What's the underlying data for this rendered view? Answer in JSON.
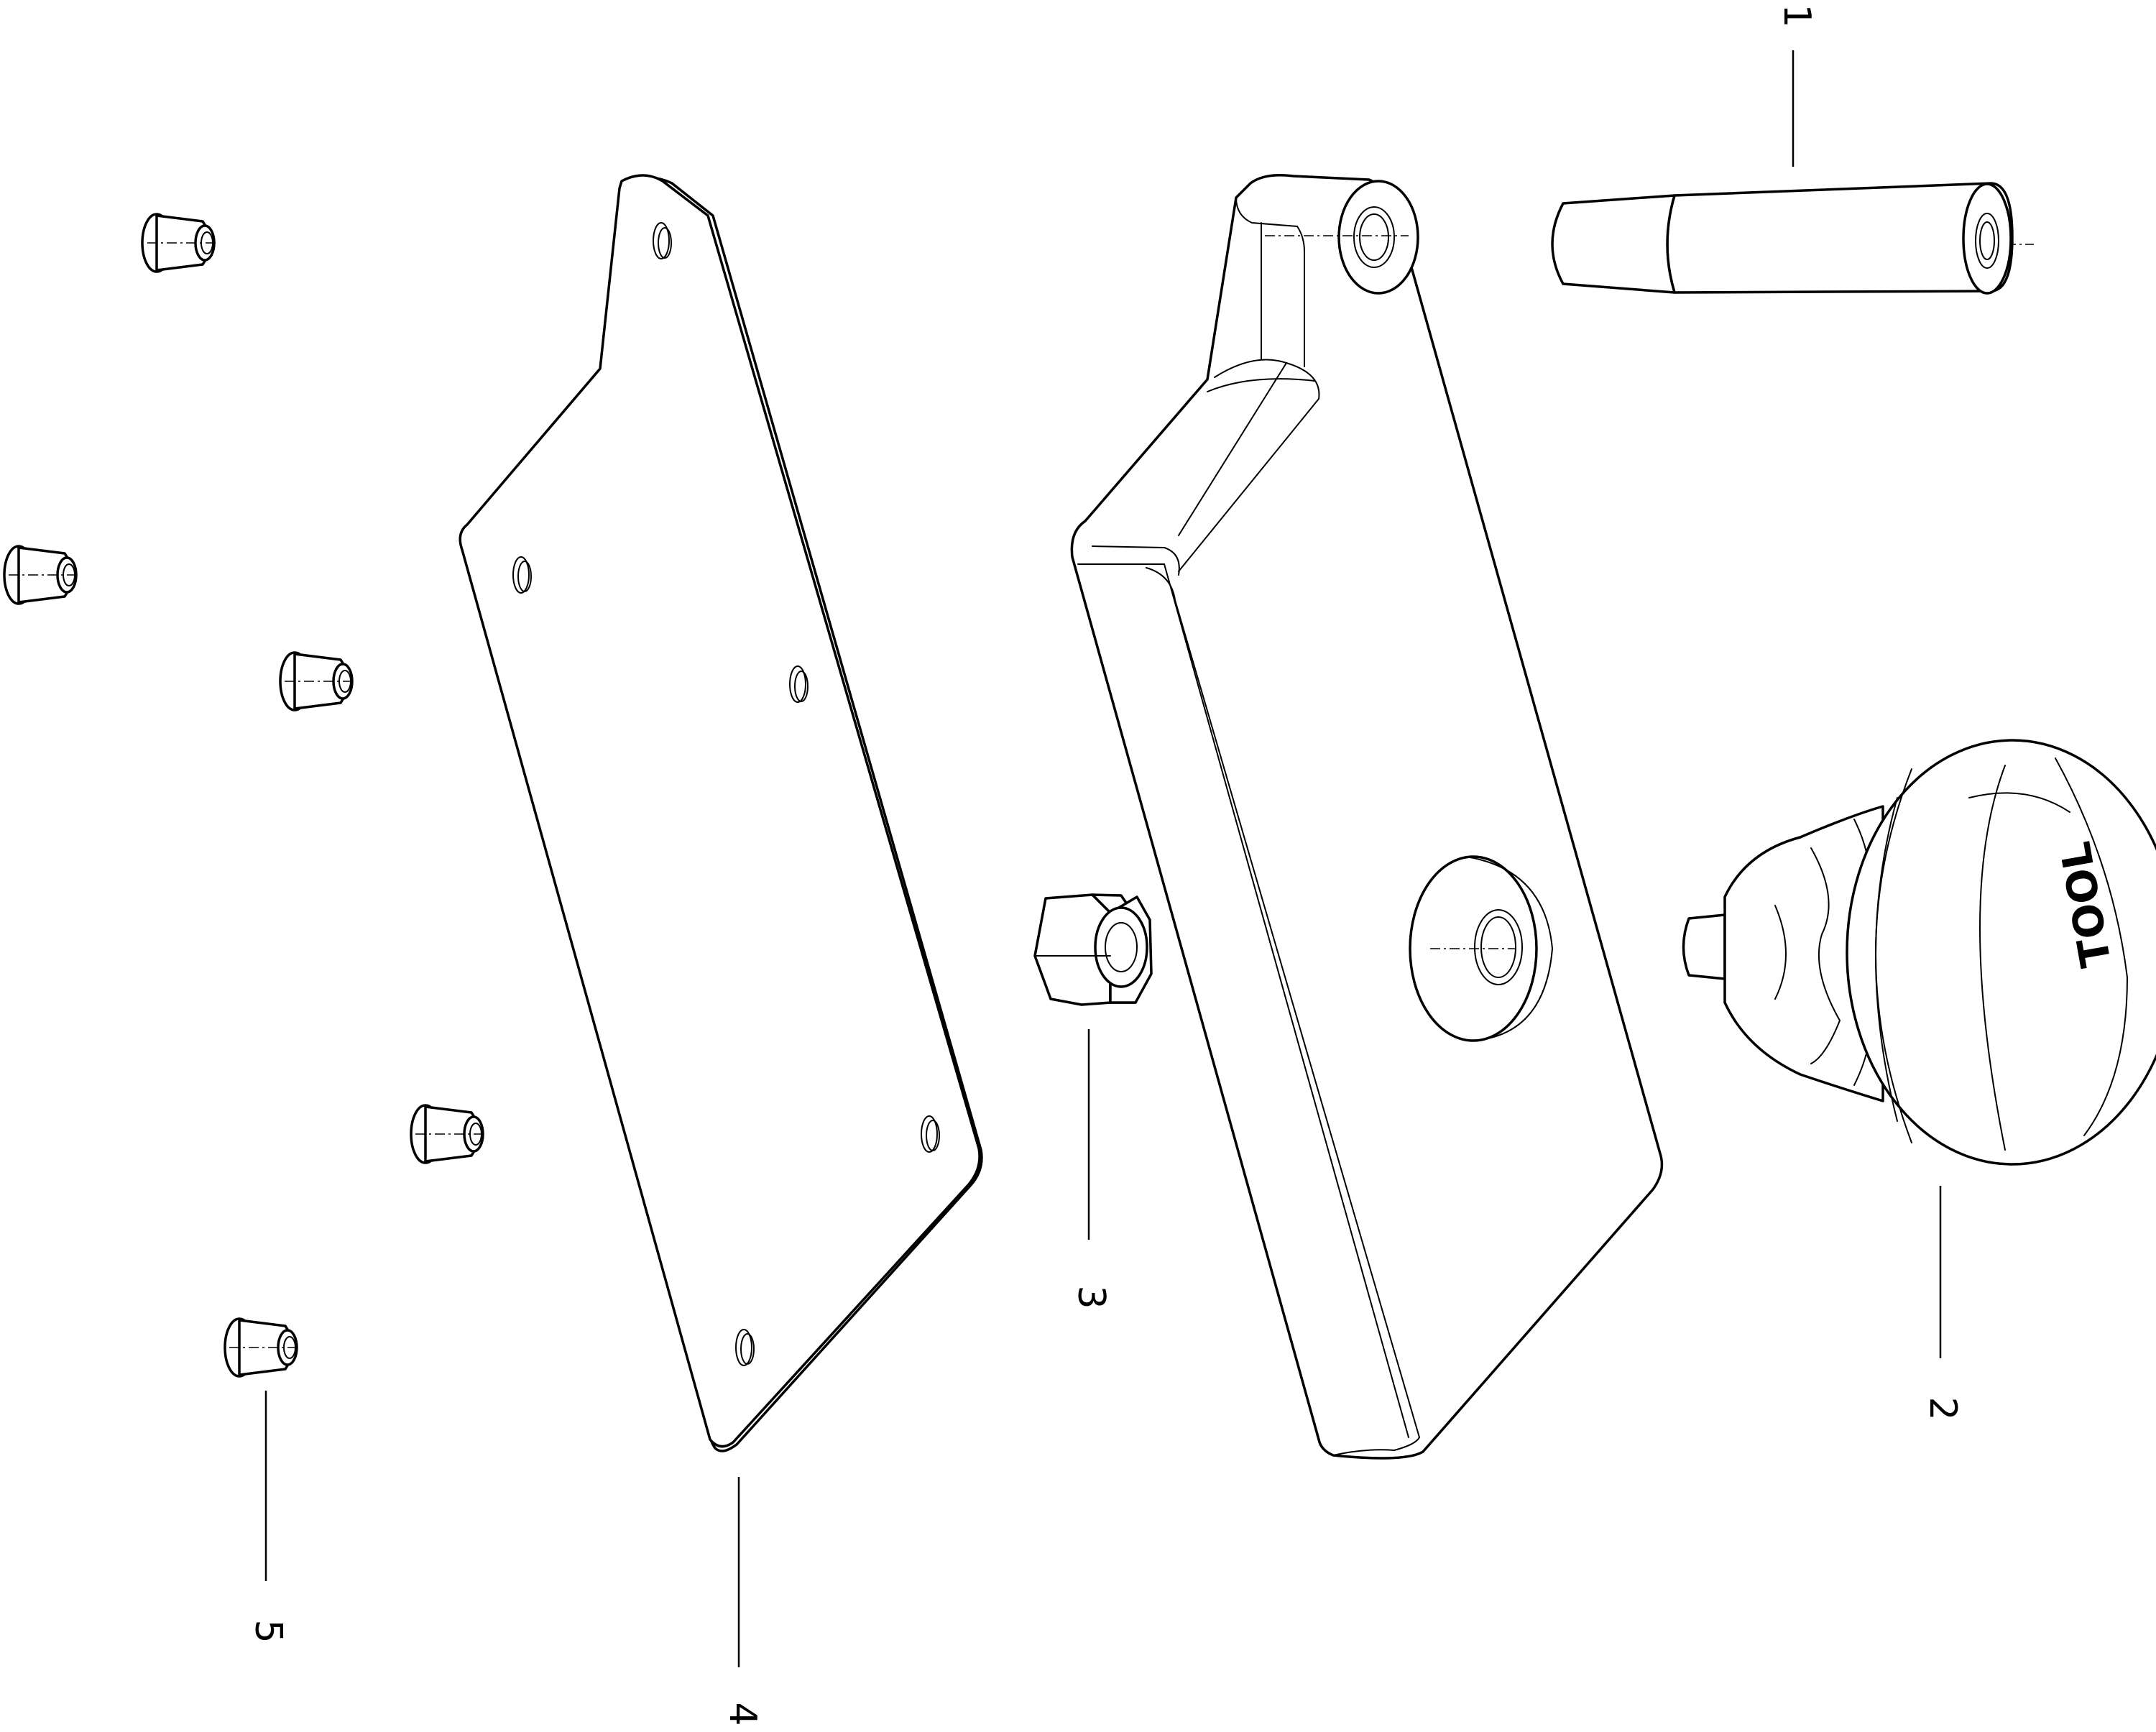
{
  "callouts": [
    {
      "label": "1"
    },
    {
      "label": "2"
    },
    {
      "label": "3"
    },
    {
      "label": "4"
    },
    {
      "label": "5"
    }
  ],
  "knob": {
    "brand_text": "TOOL"
  },
  "colors": {
    "line": "#000000",
    "background": "#ffffff"
  }
}
